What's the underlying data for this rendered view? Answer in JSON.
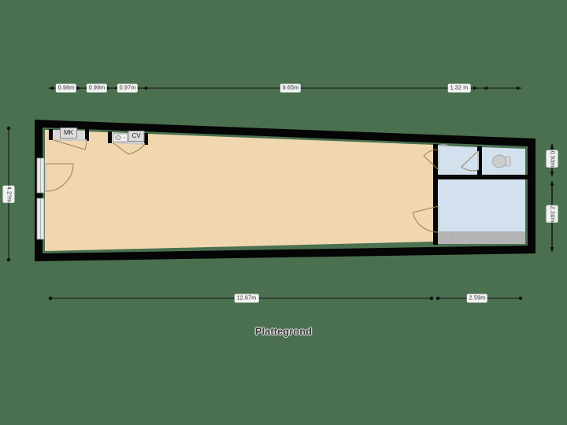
{
  "title": "Plattegrond",
  "colors": {
    "background": "#4a7050",
    "wall": "#050505",
    "main_floor": "#f0d7b0",
    "wet_floor": "#d3e1ef",
    "tile_floor": "#b4b4b4",
    "dim_line": "#111111",
    "label_bg": "#f2f2f2",
    "room_tag_bg": "#dcdcdc"
  },
  "dimensions": {
    "top": [
      {
        "name": "mk-width",
        "label": "0.98m"
      },
      {
        "name": "cv-offset",
        "label": "0.99m"
      },
      {
        "name": "cv-width",
        "label": "0.97m"
      },
      {
        "name": "living-run",
        "label": "9.65m"
      },
      {
        "name": "right-wing",
        "label": "1.32 m"
      }
    ],
    "bottom": [
      {
        "name": "main-length",
        "label": "12.67m"
      },
      {
        "name": "annex-length",
        "label": "2.59m"
      }
    ],
    "left": [
      {
        "name": "front-width",
        "label": "4.2?m"
      }
    ],
    "right": [
      {
        "name": "upper-right-depth",
        "label": "0.93m"
      },
      {
        "name": "lower-right-depth",
        "label": "2.24m"
      }
    ]
  },
  "rooms": [
    {
      "name": "room-tag-mk",
      "label": "MK"
    },
    {
      "name": "room-tag-cv",
      "label": "CV"
    }
  ],
  "fixtures": [
    {
      "name": "boiler-fixture",
      "room": "CV"
    },
    {
      "name": "toilet-fixture",
      "room": "wc"
    }
  ]
}
